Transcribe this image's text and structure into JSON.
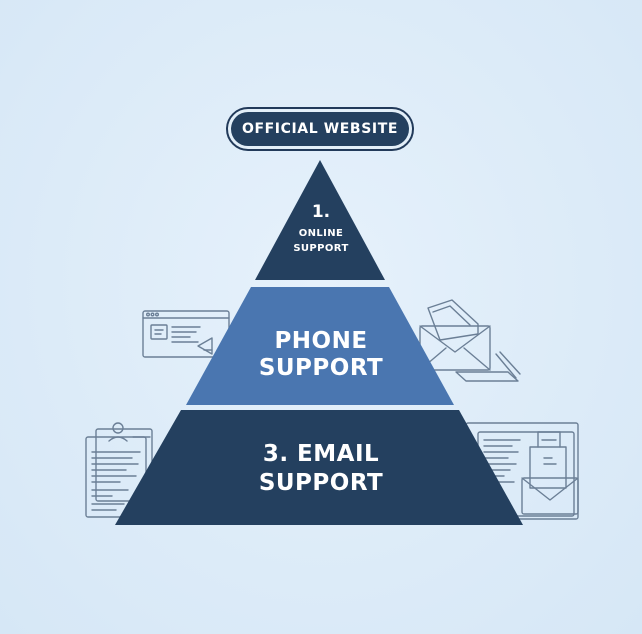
{
  "header": {
    "badge_label": "OFFICIAL WEBSITE"
  },
  "pyramid": {
    "tier_1": {
      "number": "1.",
      "line_1": "ONLINE",
      "line_2": "SUPPORT"
    },
    "tier_2": {
      "line_1": "PHONE",
      "line_2": "SUPPORT"
    },
    "tier_3": {
      "line_1": "3. EMAIL",
      "line_2": "SUPPORT"
    }
  },
  "colors": {
    "background": "#dcebf8",
    "dark_navy": "#24405f",
    "mid_blue": "#4a76b0",
    "line_art": "#6b7f96"
  },
  "decorations": {
    "left_upper": "browser-window-icon",
    "left_lower": "web-profile-page-icon",
    "right_upper": "envelope-letter-icon",
    "right_lower": "document-envelope-icon"
  }
}
